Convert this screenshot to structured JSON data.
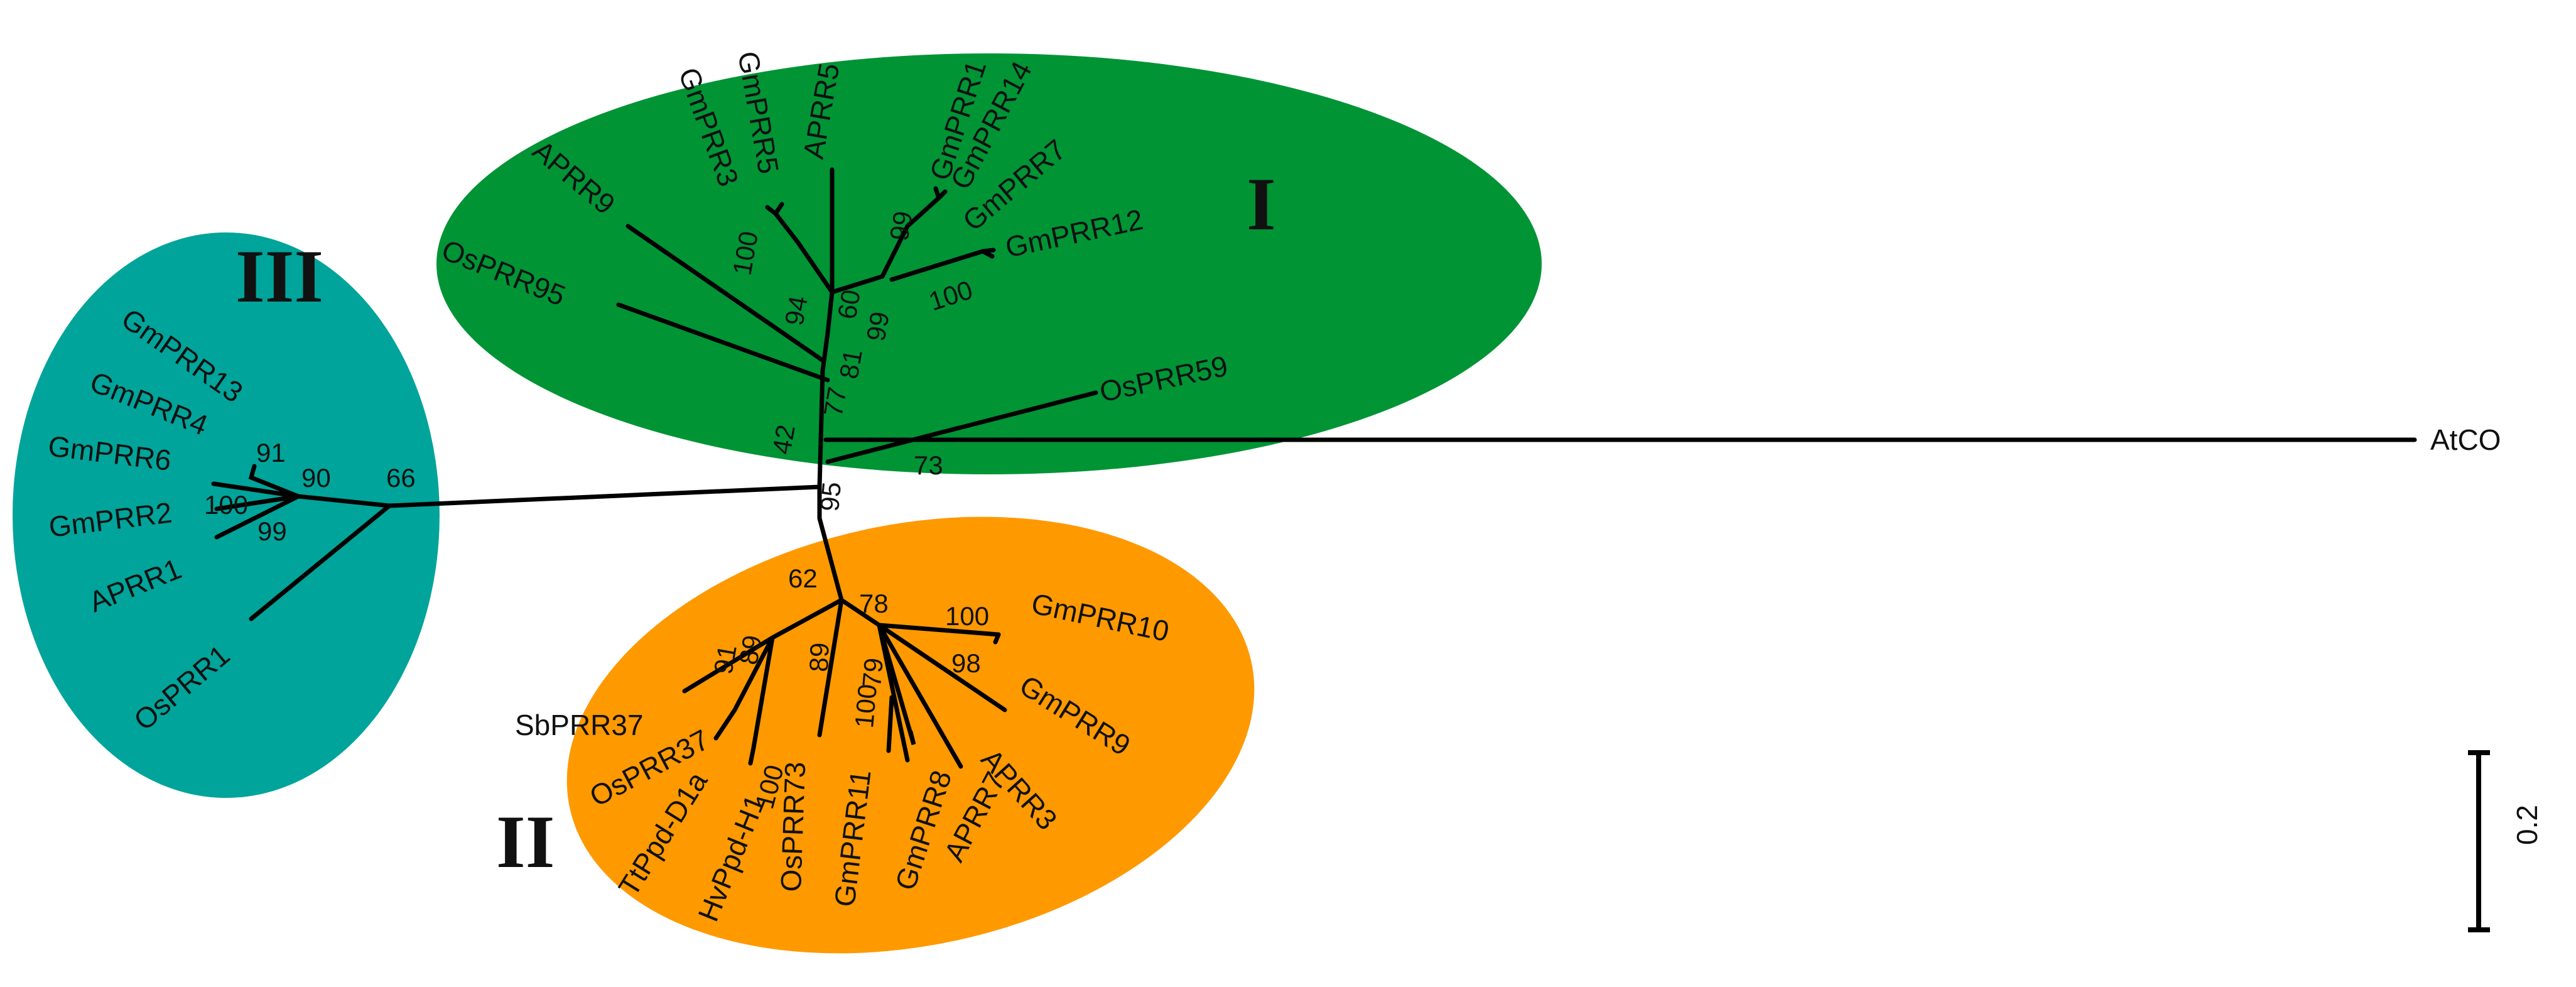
{
  "clades": [
    {
      "id": "I",
      "label": "I",
      "color": "#009435"
    },
    {
      "id": "II",
      "label": "II",
      "color": "#FF9900"
    },
    {
      "id": "III",
      "label": "III",
      "color": "#00A49A"
    }
  ],
  "taxa": {
    "aprr9": "APRR9",
    "osprr95": "OsPRR95",
    "gmprr3": "GmPRR3",
    "gmprr5": "GmPRR5",
    "aprr5": "APRR5",
    "gmprr1": "GmPRR1",
    "gmprr14": "GmPRR14",
    "gmprr7": "GmPRR7",
    "gmprr12": "GmPRR12",
    "osprr59": "OsPRR59",
    "atco": "AtCO",
    "gmprr13": "GmPRR13",
    "gmprr4": "GmPRR4",
    "gmprr6": "GmPRR6",
    "gmprr2": "GmPRR2",
    "aprr1": "APRR1",
    "osprr1": "OsPRR1",
    "gmprr10": "GmPRR10",
    "gmprr9": "GmPRR9",
    "aprr3": "APRR3",
    "aprr7": "APRR7",
    "gmprr8": "GmPRR8",
    "gmprr11": "GmPRR11",
    "osprr73": "OsPRR73",
    "hvppd_h1": "HvPpd-H1",
    "ttppd_d1a": "TtPpd-D1a",
    "osprr37": "OsPRR37",
    "sbprr37": "SbPRR37"
  },
  "bootstrap": {
    "b100_gm3": "100",
    "b94": "94",
    "b60": "60",
    "b99_gm1": "99",
    "b99_gm12": "99",
    "b100_gm12": "100",
    "b81": "81",
    "b77": "77",
    "b42": "42",
    "b73": "73",
    "b95": "95",
    "b66": "66",
    "b90": "90",
    "b91_iii": "91",
    "b100_iii": "100",
    "b99_iii": "99",
    "b62": "62",
    "b78": "78",
    "b100_gm10": "100",
    "b98": "98",
    "b89_a": "89",
    "b91_ii": "91",
    "b89_b": "89",
    "b100_gm11": "100",
    "b79": "79",
    "b100_ppd": "100"
  },
  "scale": {
    "label": "0.2"
  }
}
